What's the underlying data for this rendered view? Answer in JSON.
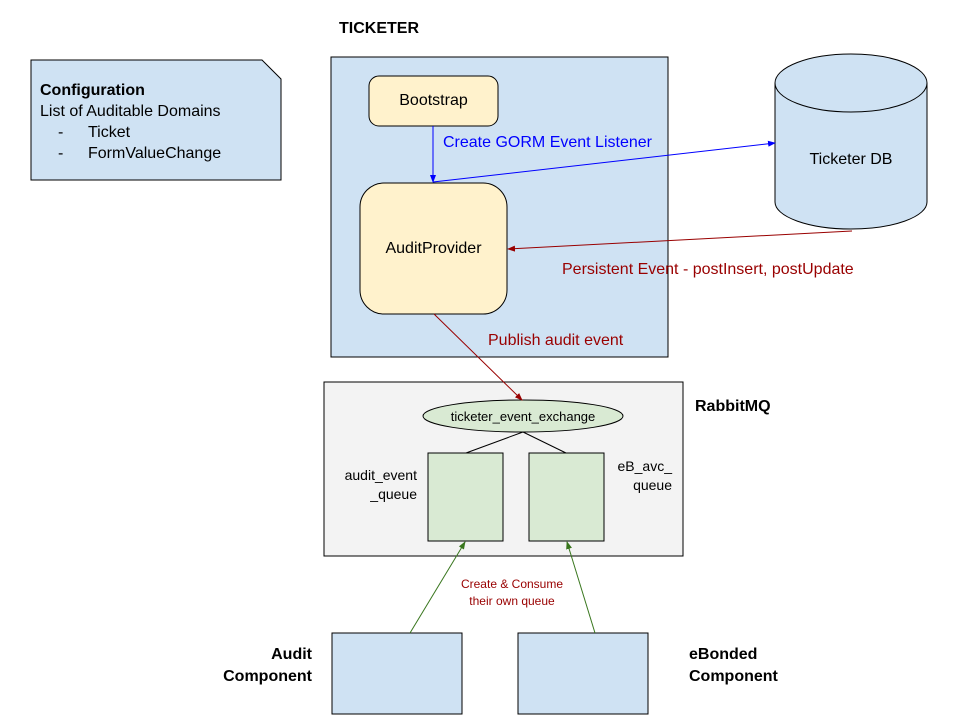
{
  "diagram": {
    "titles": {
      "ticketer": "TICKETER",
      "rabbitmq": "RabbitMQ"
    },
    "config_note": {
      "heading": "Configuration",
      "subheading": "List of Auditable Domains",
      "items": [
        {
          "bullet": "-",
          "label": "Ticket"
        },
        {
          "bullet": "-",
          "label": "FormValueChange"
        }
      ]
    },
    "nodes": {
      "bootstrap": "Bootstrap",
      "audit_provider": "AuditProvider",
      "ticketer_db": "Ticketer DB",
      "exchange": "ticketer_event_exchange",
      "audit_queue": [
        "audit_event",
        "_queue"
      ],
      "eb_queue": [
        "eB_avc_",
        "queue"
      ],
      "audit_component": [
        "Audit",
        "Component"
      ],
      "ebonded_component": [
        "eBonded",
        "Component"
      ]
    },
    "edges": {
      "create_listener": "Create GORM Event Listener",
      "persistent_event": "Persistent Event - postInsert, postUpdate",
      "publish": "Publish audit event",
      "consume": [
        "Create & Consume",
        "their own queue"
      ]
    },
    "colors": {
      "blue_fill": "#cfe2f3",
      "yellow_fill": "#fff2cc",
      "green_fill": "#d9ead3",
      "gray_fill": "#f3f3f3",
      "blue_edge": "#0000ff",
      "red_edge": "#990000",
      "green_edge": "#38761d"
    }
  }
}
